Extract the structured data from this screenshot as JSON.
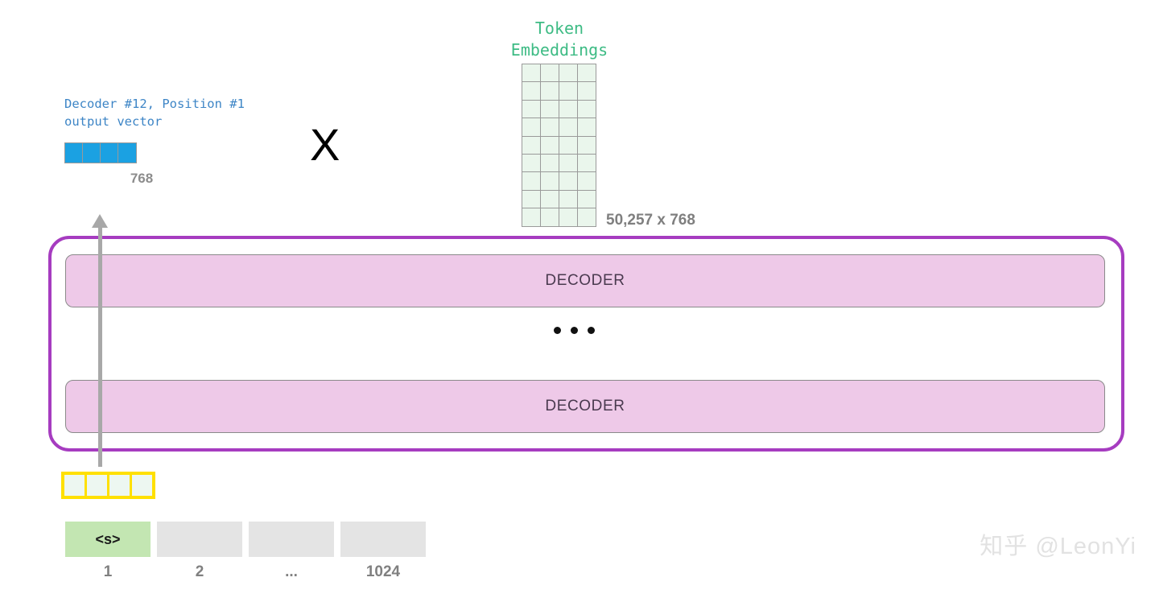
{
  "diagram": {
    "output_vector": {
      "label_line1": "Decoder #12, Position #1",
      "label_line2": "output vector",
      "dimension": "768",
      "color": "#1ba1e2",
      "cells": 4
    },
    "operator": {
      "symbol": "X"
    },
    "token_embeddings": {
      "title_line1": "Token",
      "title_line2": "Embeddings",
      "dimensions": "50,257 x 768",
      "color": "#3dbb84",
      "cell_fill": "#eaf6ec",
      "columns": 4,
      "rows": 9
    },
    "model": {
      "border_color": "#a63cc0",
      "decoder_top_label": "DECODER",
      "decoder_bottom_label": "DECODER",
      "ellipsis": "• • •",
      "decoder_fill": "#eec9e8"
    },
    "input_vector": {
      "border_color": "#ffe000",
      "cell_fill": "#edf7f1",
      "cells": 4
    },
    "token_positions": {
      "boxes": [
        {
          "text": "<s>",
          "highlight": true
        },
        {
          "text": "",
          "highlight": false
        },
        {
          "text": "",
          "highlight": false
        },
        {
          "text": "",
          "highlight": false
        }
      ],
      "labels": [
        "1",
        "2",
        "...",
        "1024"
      ],
      "highlight_color": "#c3e6b2",
      "default_color": "#e4e4e4"
    },
    "watermark": "知乎 @LeonYi"
  }
}
